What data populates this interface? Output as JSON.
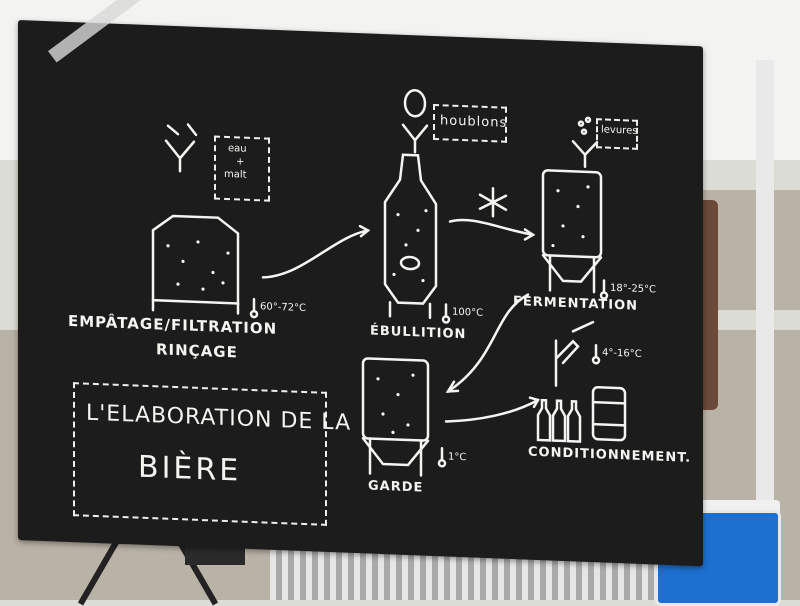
{
  "labels": {
    "eau": "eau",
    "plus": "+",
    "malt": "malt",
    "houblons": "houblons",
    "levures": "levures",
    "empatage": "EMPÂTAGE/FILTRATION",
    "rincage": "RINÇAGE",
    "ebullition": "ÉBULLITION",
    "fermentation": "FERMENTATION",
    "garde": "GARDE",
    "conditionnement": "CONDITIONNEMENT."
  },
  "temps": {
    "empatage": "60°-72°C",
    "ebullition": "100°C",
    "fermentation": "18°-25°C",
    "garde": "1°C",
    "conditionnement": "4°-16°C"
  },
  "title": {
    "line1": "L'ELABORATION DE LA",
    "line2": "BIÈRE"
  },
  "colors": {
    "chalkboard": "#1c1c1c",
    "chalk": "#f4f4f0",
    "cooler": "#1d6fd0"
  }
}
